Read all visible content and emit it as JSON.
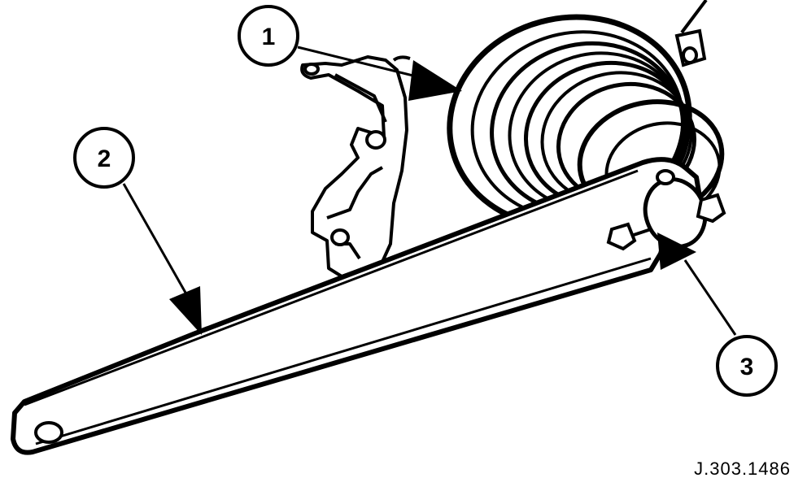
{
  "callouts": [
    {
      "label": "1"
    },
    {
      "label": "2"
    },
    {
      "label": "3"
    }
  ],
  "reference": "J.303.1486",
  "colors": {
    "ink": "#000000",
    "paper": "#ffffff"
  }
}
